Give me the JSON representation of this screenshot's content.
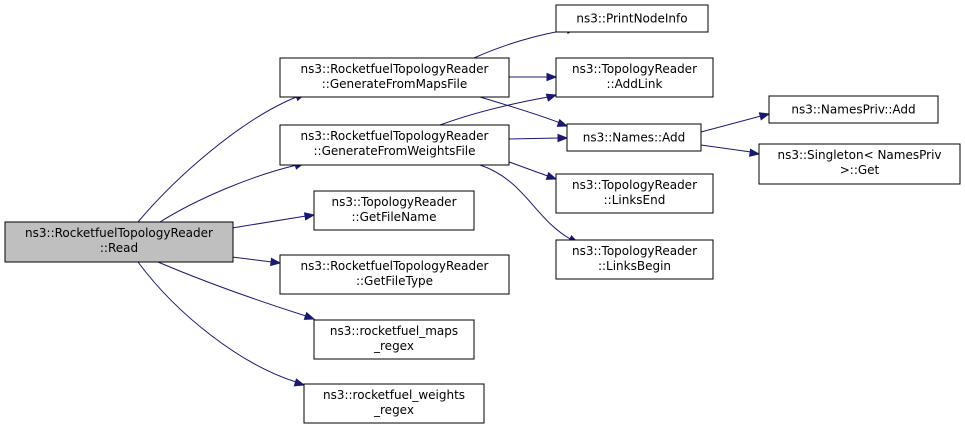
{
  "colors": {
    "edge": "#191970",
    "root_fill": "#bfbfbf",
    "node_fill": "#ffffff",
    "border": "#000000"
  },
  "nodes": {
    "read": [
      "ns3::RocketfuelTopologyReader",
      "::Read"
    ],
    "gen_maps": [
      "ns3::RocketfuelTopologyReader",
      "::GenerateFromMapsFile"
    ],
    "gen_weights": [
      "ns3::RocketfuelTopologyReader",
      "::GenerateFromWeightsFile"
    ],
    "get_file_name": [
      "ns3::TopologyReader",
      "::GetFileName"
    ],
    "get_file_type": [
      "ns3::RocketfuelTopologyReader",
      "::GetFileType"
    ],
    "maps_regex": [
      "ns3::rocketfuel_maps",
      "_regex"
    ],
    "weights_regex": [
      "ns3::rocketfuel_weights",
      "_regex"
    ],
    "print_node_info": [
      "ns3::PrintNodeInfo"
    ],
    "add_link": [
      "ns3::TopologyReader",
      "::AddLink"
    ],
    "names_add": [
      "ns3::Names::Add"
    ],
    "links_end": [
      "ns3::TopologyReader",
      "::LinksEnd"
    ],
    "links_begin": [
      "ns3::TopologyReader",
      "::LinksBegin"
    ],
    "names_priv_add": [
      "ns3::NamesPriv::Add"
    ],
    "singleton_get": [
      "ns3::Singleton< NamesPriv",
      ">::Get"
    ]
  },
  "edges": [
    [
      "read",
      "gen_maps"
    ],
    [
      "read",
      "gen_weights"
    ],
    [
      "read",
      "get_file_name"
    ],
    [
      "read",
      "get_file_type"
    ],
    [
      "read",
      "maps_regex"
    ],
    [
      "read",
      "weights_regex"
    ],
    [
      "gen_maps",
      "print_node_info"
    ],
    [
      "gen_maps",
      "add_link"
    ],
    [
      "gen_maps",
      "names_add"
    ],
    [
      "gen_weights",
      "add_link"
    ],
    [
      "gen_weights",
      "names_add"
    ],
    [
      "gen_weights",
      "links_end"
    ],
    [
      "gen_weights",
      "links_begin"
    ],
    [
      "names_add",
      "names_priv_add"
    ],
    [
      "names_add",
      "singleton_get"
    ]
  ]
}
